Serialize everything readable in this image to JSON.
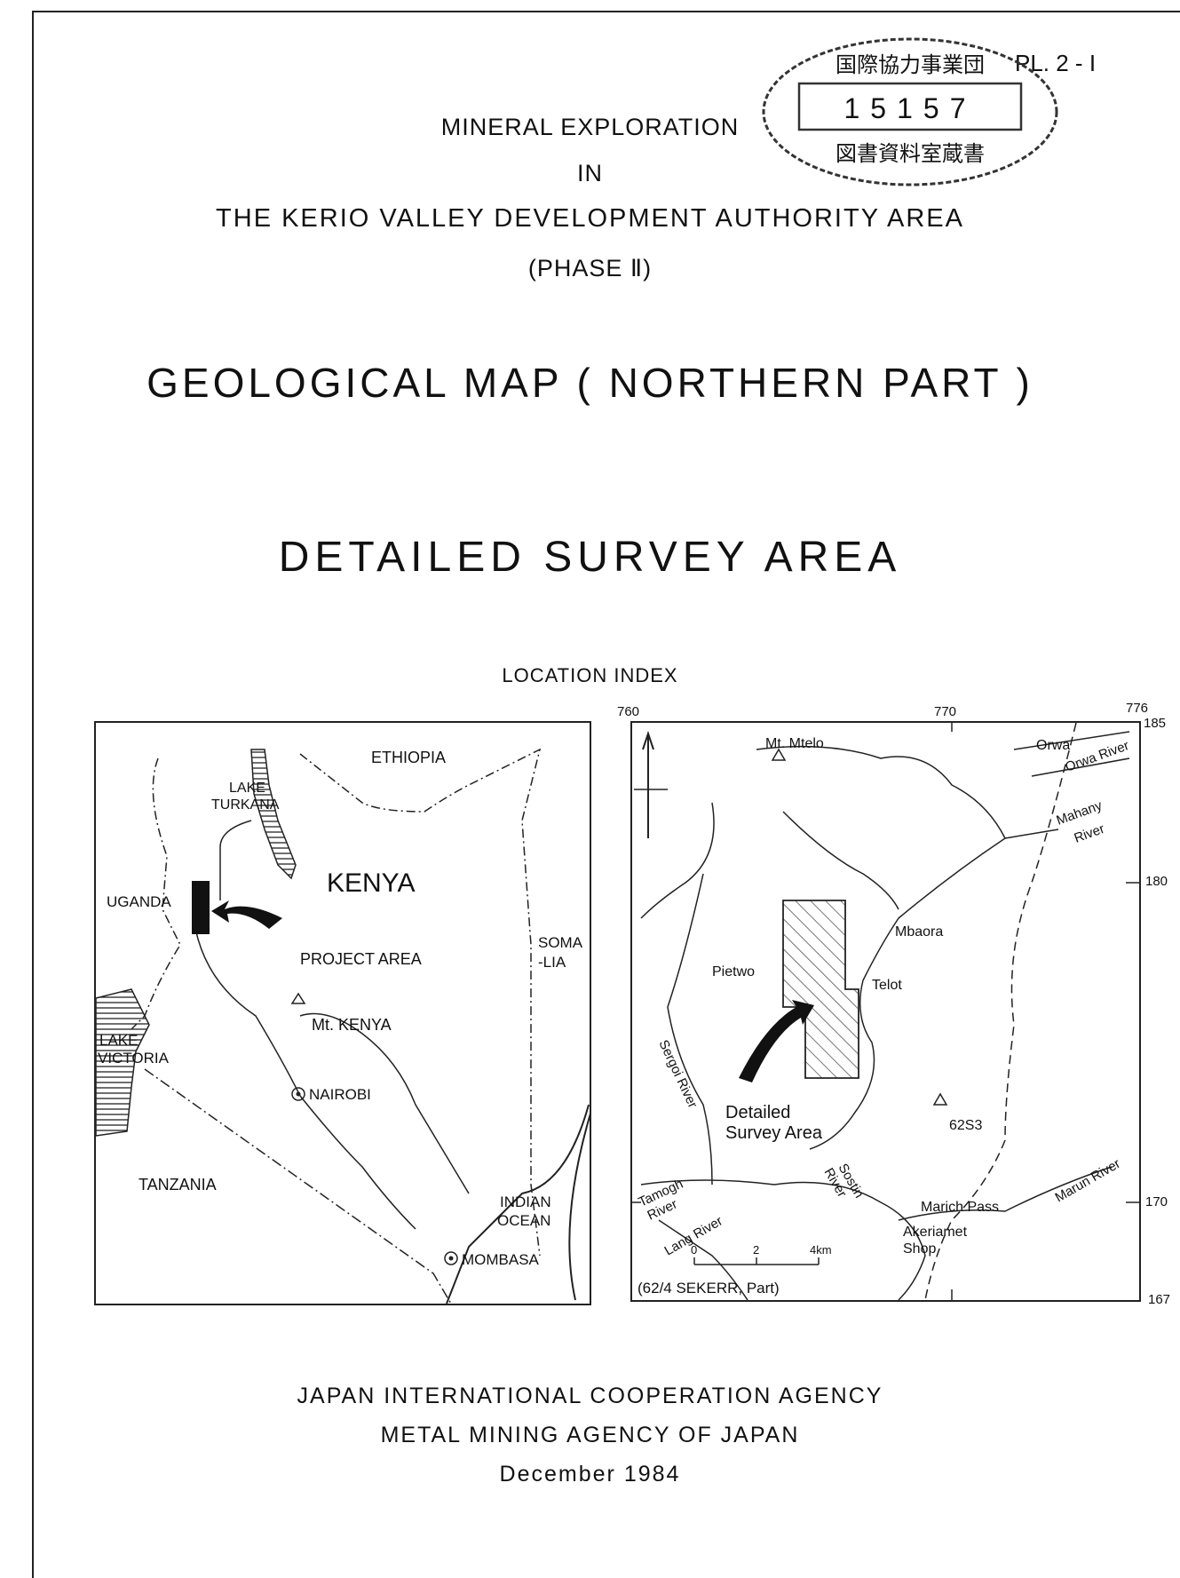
{
  "plate_number": "PL. 2 - I",
  "stamp": {
    "line1": "国際協力事業団",
    "number": "15157",
    "line2": "図書資料室蔵書"
  },
  "title": {
    "line1": "MINERAL EXPLORATION",
    "line2": "IN",
    "line3": "THE KERIO VALLEY DEVELOPMENT AUTHORITY AREA",
    "line4": "(PHASE Ⅱ)"
  },
  "heading": "GEOLOGICAL MAP ( NORTHERN PART )",
  "subheading": "DETAILED SURVEY AREA",
  "location_index_label": "LOCATION INDEX",
  "kenya_map": {
    "labels": {
      "ethiopia": "ETHIOPIA",
      "lake_turkana_1": "LAKE",
      "lake_turkana_2": "TURKANA",
      "kenya": "KENYA",
      "uganda": "UGANDA",
      "project_area": "PROJECT AREA",
      "somalia_1": "SOMA",
      "somalia_2": "-LIA",
      "lake_victoria_1": "LAKE",
      "lake_victoria_2": "VICTORIA",
      "mt_kenya": "Mt. KENYA",
      "nairobi": "NAIROBI",
      "tanzania": "TANZANIA",
      "indian_ocean_1": "INDIAN",
      "indian_ocean_2": "OCEAN",
      "mombasa": "MOMBASA"
    }
  },
  "detail_map": {
    "grid_top": [
      "760",
      "770",
      "776"
    ],
    "grid_right": [
      "185",
      "180",
      "170",
      "167"
    ],
    "labels": {
      "mt_mtelo": "Mt. Mtelo",
      "orwa": "Orwa",
      "orwa_river": "Orwa River",
      "mahany_river_1": "Mahany",
      "mahany_river_2": "River",
      "mbaora": "Mbaora",
      "pietwo": "Pietwo",
      "telot": "Telot",
      "sergoi_river": "Sergoi River",
      "detailed_1": "Detailed",
      "detailed_2": "Survey Area",
      "trig": "62S3",
      "tamogh_1": "Tamogh",
      "tamogh_2": "River",
      "sostin_1": "Sostin",
      "sostin_2": "River",
      "marich_pass": "Marich Pass",
      "marun_river": "Marun River",
      "lang_river": "Lang River",
      "akeriamet": "Akeriamet",
      "shop": "Shop",
      "scale_0": "0",
      "scale_2": "2",
      "scale_4": "4km",
      "sheet": "(62/4 SEKERR, Part)"
    }
  },
  "footer": {
    "agency1": "JAPAN INTERNATIONAL COOPERATION AGENCY",
    "agency2": "METAL MINING AGENCY OF JAPAN",
    "date": "December 1984"
  }
}
